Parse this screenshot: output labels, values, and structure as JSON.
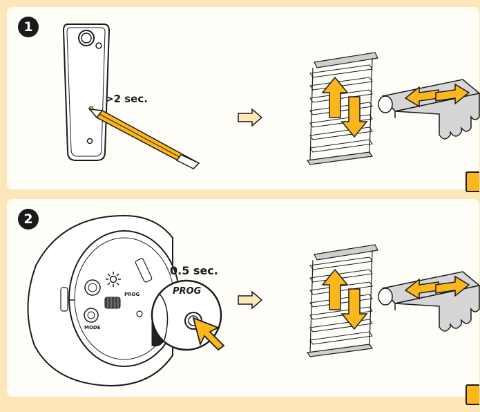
{
  "steps": [
    {
      "number": "1",
      "duration": ">2 sec."
    },
    {
      "number": "2",
      "duration": "0.5 sec.",
      "button_label": "PROG",
      "button_label_zoom": "PROG",
      "mode_label": "MODE"
    }
  ],
  "colors": {
    "accent": "#fbb71c",
    "panel_bg": "#fffdf8",
    "page_bg": "#fde7b8",
    "ink": "#1a1a1a",
    "arrow_fill": "#fde7b8"
  },
  "icons": [
    "remote-control-icon",
    "pencil-icon",
    "sun-icon",
    "proceed-arrow-icon",
    "venetian-blind-icon",
    "awning-icon",
    "pointer-cursor-icon",
    "check-mark-icon"
  ]
}
